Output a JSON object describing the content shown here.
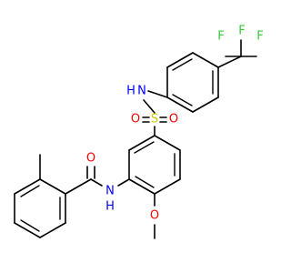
{
  "molecule": {
    "atoms": {
      "F1": "F",
      "F2": "F",
      "F3": "F",
      "NH_sulfonamide": "N",
      "H_sulfonamide": "H",
      "S": "S",
      "O_left": "O",
      "O_right": "O",
      "O_carbonyl": "O",
      "NH_amide": "N",
      "H_amide": "H",
      "O_methoxy": "O"
    },
    "colors": {
      "F": "#33cc33",
      "N": "#0000ff",
      "S": "#cccc00",
      "O": "#ff0000",
      "bond": "#000000"
    }
  }
}
